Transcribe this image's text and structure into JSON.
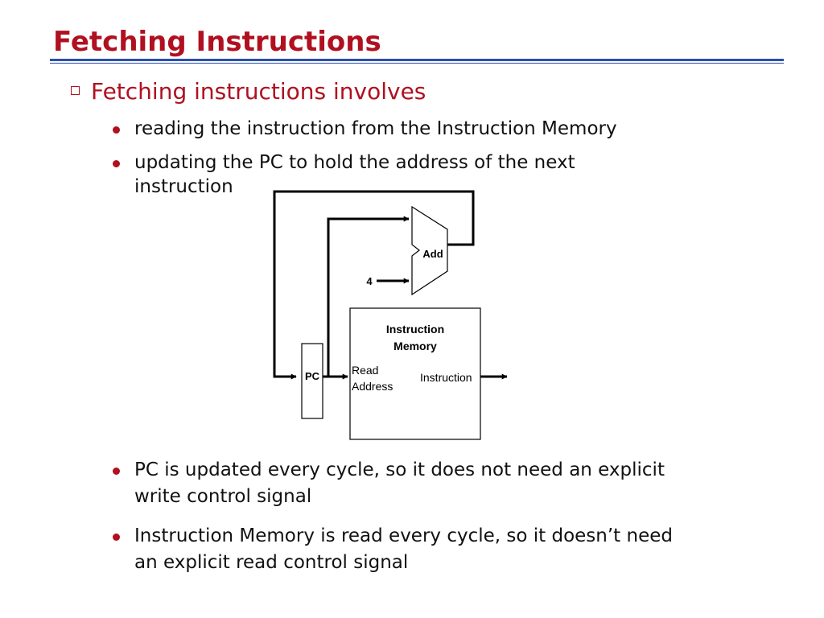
{
  "slide": {
    "title": "Fetching Instructions",
    "main_point": "Fetching instructions involves",
    "bullets_top": [
      {
        "text": "reading the instruction from the Instruction Memory"
      },
      {
        "line1": "updating the PC to hold the address of the next",
        "line2": "instruction"
      }
    ],
    "bullets_bottom": [
      {
        "line1": "PC is updated every cycle, so it does not need an explicit",
        "line2": "write control signal"
      },
      {
        "line1": "Instruction Memory is read every cycle, so it doesn’t need",
        "line2": "an explicit read control signal"
      }
    ]
  },
  "diagram": {
    "adder_label": "Add",
    "constant_input": "4",
    "pc_label": "PC",
    "memory_title_line1": "Instruction",
    "memory_title_line2": "Memory",
    "read_address_line1": "Read",
    "read_address_line2": "Address",
    "output_label": "Instruction"
  },
  "colors": {
    "title": "#b01020",
    "rule": "#2b4fb0",
    "bullet": "#b01020",
    "text": "#111111"
  }
}
